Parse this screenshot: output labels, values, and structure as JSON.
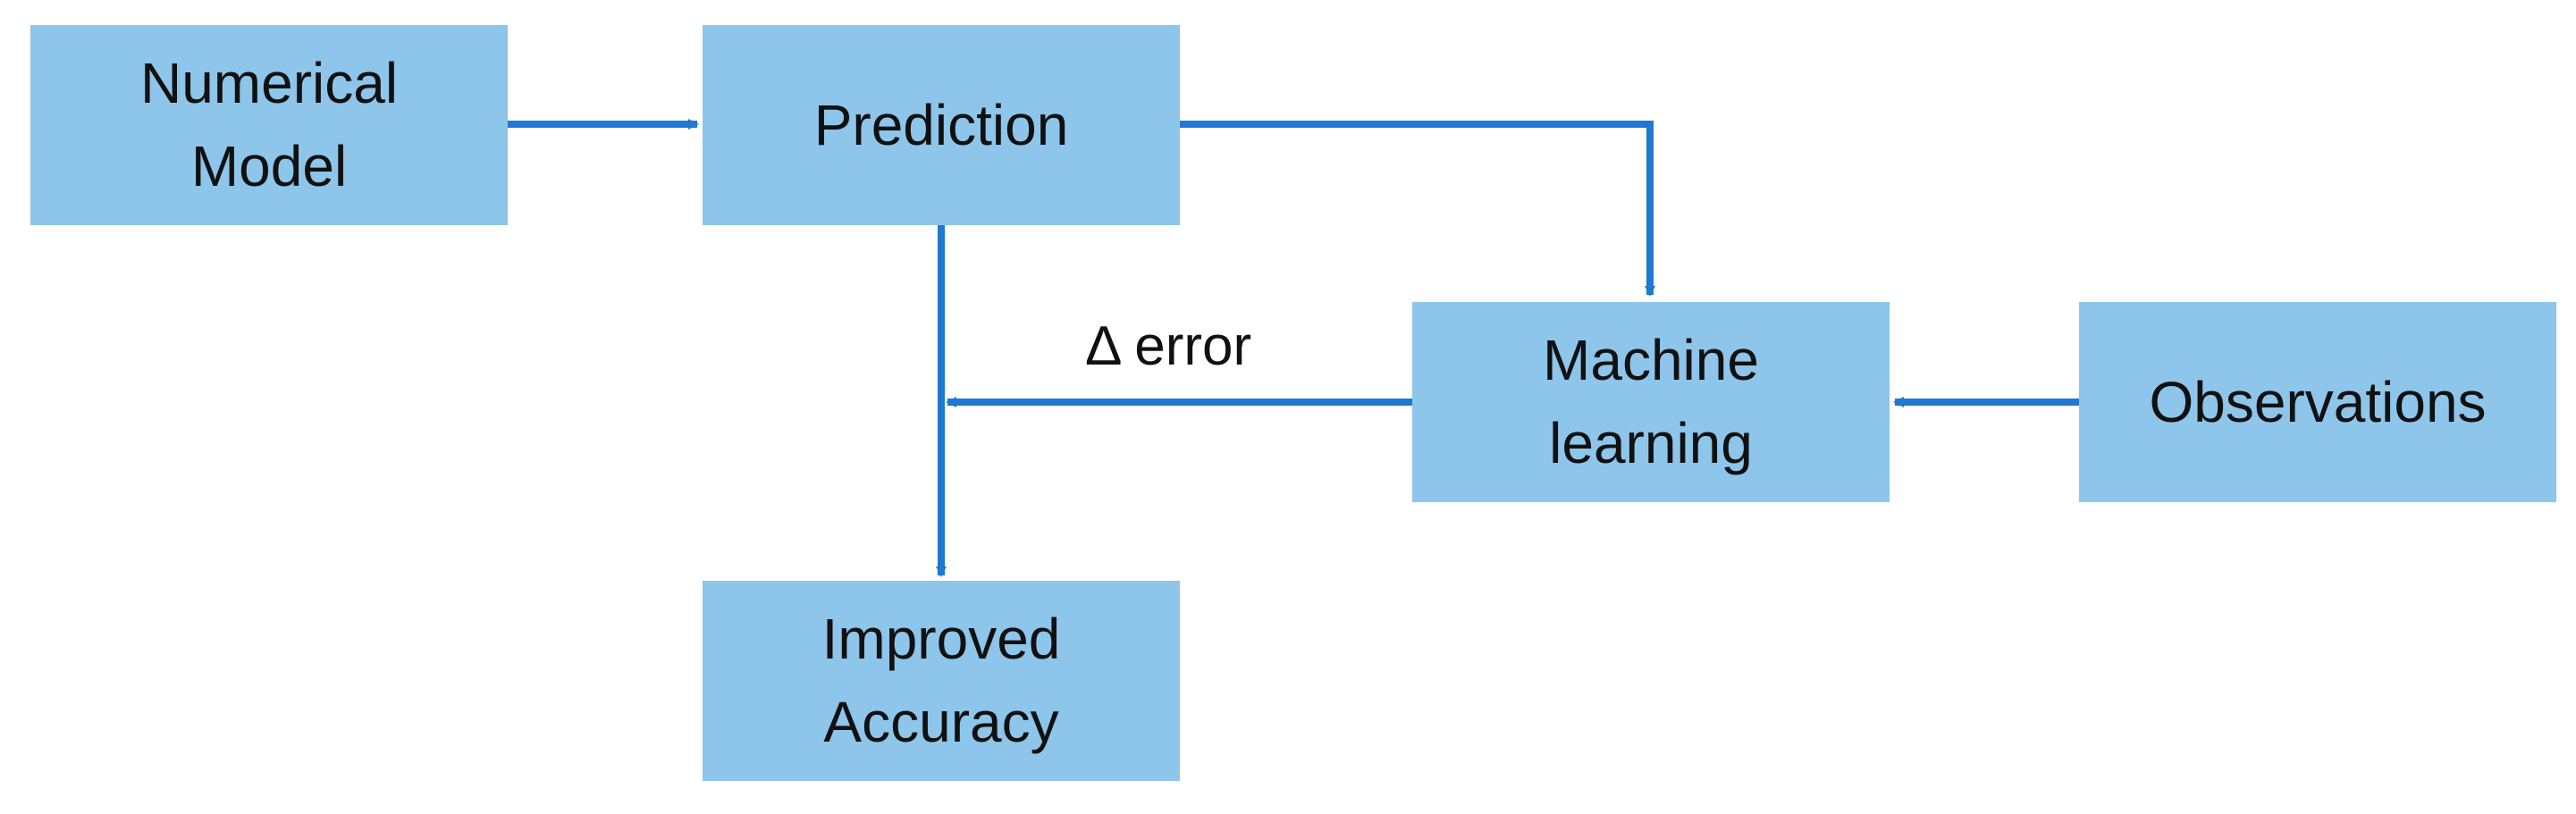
{
  "diagram": {
    "nodes": {
      "numerical_model": "Numerical\nModel",
      "prediction": "Prediction",
      "machine_learning": "Machine\nlearning",
      "observations": "Observations",
      "improved_accuracy": "Improved\nAccuracy"
    },
    "edge_labels": {
      "delta_error": "Δ error"
    },
    "colors": {
      "box_fill": "#8ec5ea",
      "arrow": "#1f78d1",
      "text": "#111111"
    },
    "edges": [
      {
        "from": "numerical_model",
        "to": "prediction"
      },
      {
        "from": "prediction",
        "to": "machine_learning"
      },
      {
        "from": "observations",
        "to": "machine_learning"
      },
      {
        "from": "machine_learning",
        "to": "prediction-output-line",
        "label": "Δ error"
      },
      {
        "from": "prediction",
        "to": "improved_accuracy"
      }
    ]
  }
}
